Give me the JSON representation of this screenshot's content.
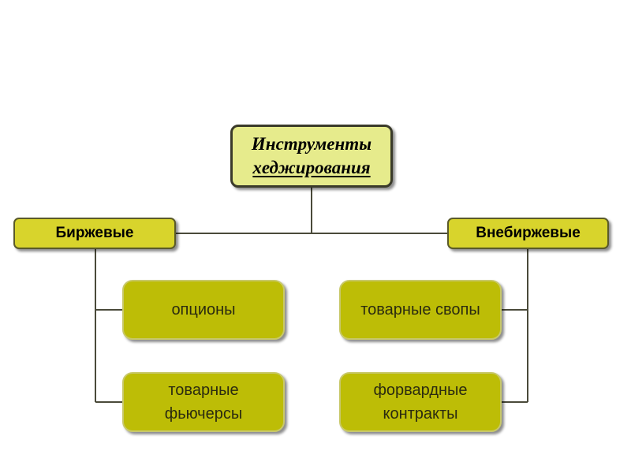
{
  "diagram": {
    "root": {
      "line1": "Инструменты",
      "line2": "хеджирования"
    },
    "categories": {
      "exchange": "Биржевые",
      "otc": "Внебиржевые"
    },
    "instruments": {
      "options": "опционы",
      "futures_line1": "товарные",
      "futures_line2": "фьючерсы",
      "swaps": "товарные свопы",
      "forwards_line1": "форвардные",
      "forwards_line2": "контракты"
    }
  }
}
